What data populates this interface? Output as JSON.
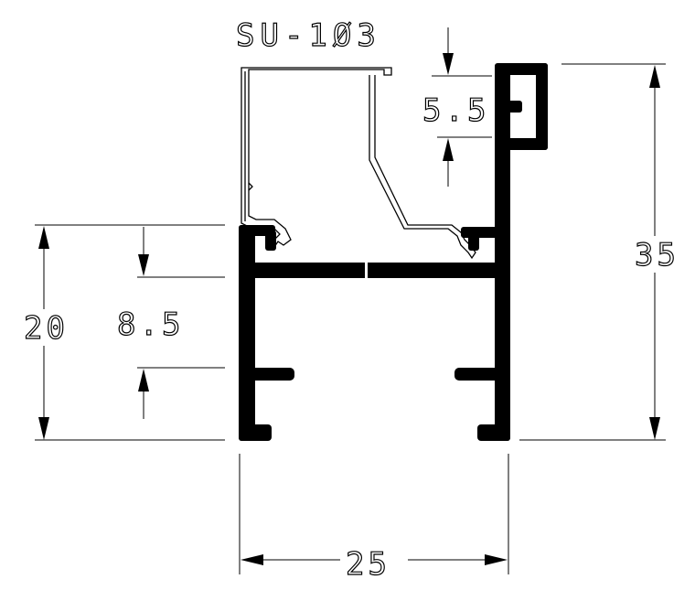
{
  "title": "SU-1Ø3",
  "dimensions": {
    "top_slot": "5.5",
    "overall_height": "35",
    "lower_height": "20",
    "channel_gap": "8.5",
    "width": "25"
  },
  "colors": {
    "profile_fill": "#000000",
    "background": "#ffffff",
    "line": "#000000"
  }
}
